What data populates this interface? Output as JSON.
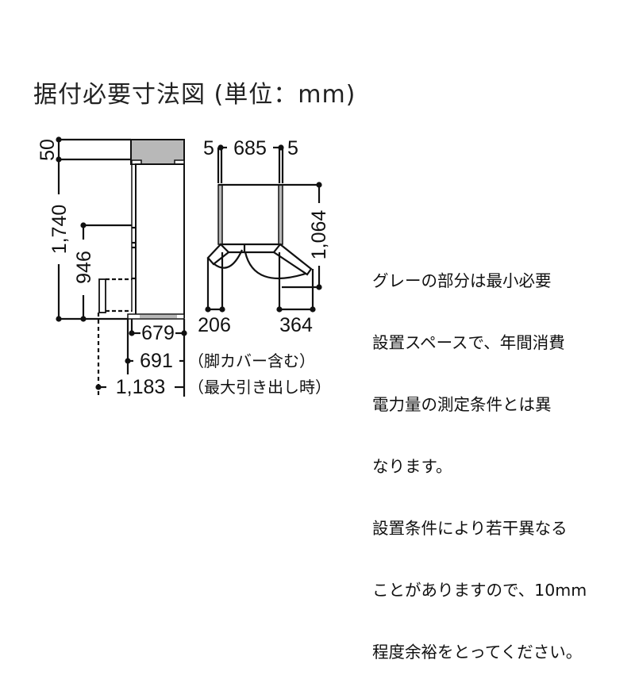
{
  "title": "据付必要寸法図 (単位：mm)",
  "side_view": {
    "dims": {
      "top_clearance": "50",
      "total_height": "1,740",
      "handle_height": "946",
      "depth_body": "679",
      "depth_with_leg": "691",
      "depth_drawer_open": "1,183"
    },
    "notes": {
      "leg_cover": "（脚カバー含む）",
      "drawer_open": "（最大引き出し時）"
    }
  },
  "top_view": {
    "dims": {
      "side_left": "5",
      "width": "685",
      "side_right": "5",
      "door_open_depth": "1,064",
      "left_door_swing": "206",
      "right_door_swing": "364"
    }
  },
  "note_lines": [
    "グレーの部分は最小必要",
    "設置スペースで、年間消費",
    "電力量の測定条件とは異",
    "なります。",
    "設置条件により若干異なる",
    "ことがありますので、10mm",
    "程度余裕をとってください。"
  ],
  "colors": {
    "line": "#111111",
    "gray_area": "#b8b8b8"
  }
}
